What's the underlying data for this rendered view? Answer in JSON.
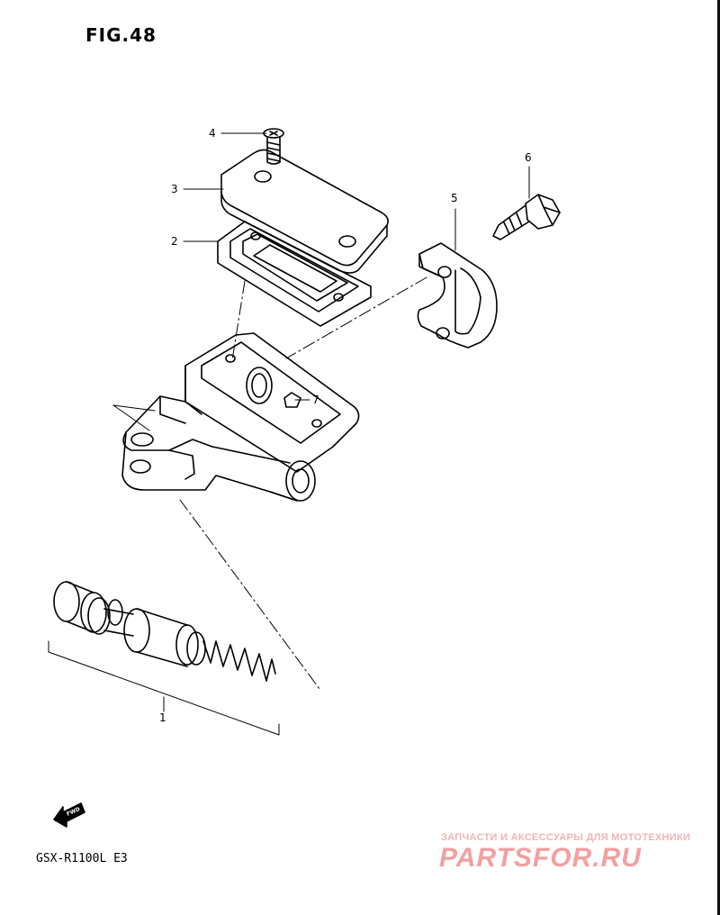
{
  "figure": {
    "title": "FIG.48"
  },
  "callouts": [
    {
      "id": "1",
      "label": "1"
    },
    {
      "id": "2",
      "label": "2"
    },
    {
      "id": "3",
      "label": "3"
    },
    {
      "id": "4",
      "label": "4"
    },
    {
      "id": "5",
      "label": "5"
    },
    {
      "id": "6",
      "label": "6"
    },
    {
      "id": "7",
      "label": "7"
    }
  ],
  "fwd_label": "FWD",
  "model": "GSX-R1100L E3",
  "watermark": {
    "tagline": "ЗАПЧАСТИ И АКСЕССУАРЫ ДЛЯ МОТОТЕХНИКИ",
    "logo": "PARTSFOR.RU",
    "color": "#f2a0a0"
  },
  "colors": {
    "line": "#000000",
    "background": "#ffffff"
  }
}
